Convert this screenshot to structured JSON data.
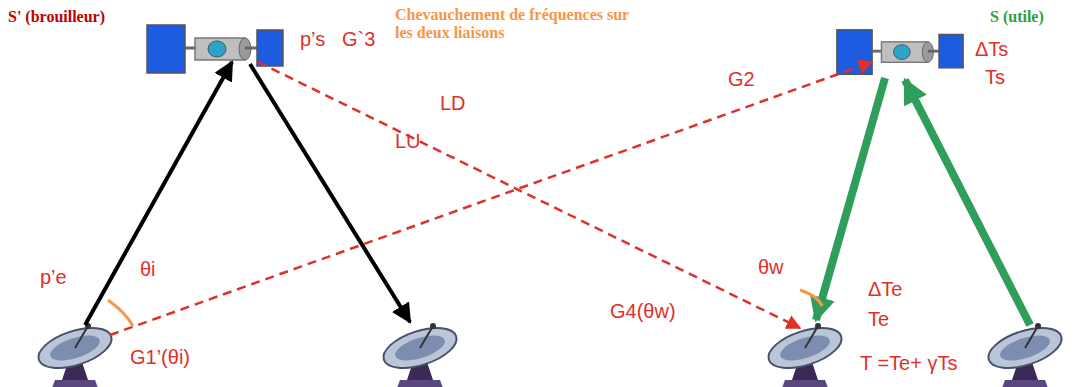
{
  "diagram": {
    "labels": [
      "S' (brouilleur)",
      "Chevauchement de fréquences sur les deux liaisons",
      "S (utile)",
      "p’s",
      "G`3",
      "LD",
      "LU",
      "G2",
      "ΔTs",
      "Ts",
      "p’e",
      "θi",
      "G1’(θi)",
      "θw",
      "G4(θw)",
      "ΔTe",
      "Te",
      "T =Te+ γTs"
    ]
  }
}
